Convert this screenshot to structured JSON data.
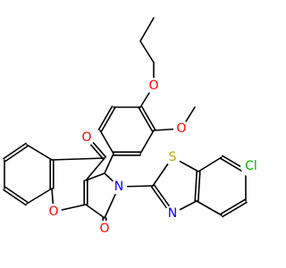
{
  "molecule": {
    "atom_labels": {
      "O_ether": "O",
      "O_methoxy": "O",
      "O_ketone": "O",
      "O_lactam": "O",
      "O_pyran": "O",
      "N_lactam": "N",
      "N_thiazole": "N",
      "S_thiazole": "S",
      "Cl": "Cl"
    },
    "colors": {
      "bond": "#000000",
      "oxygen": "#ff0000",
      "nitrogen": "#0000ff",
      "sulfur": "#c8a800",
      "chlorine": "#00b400"
    }
  }
}
